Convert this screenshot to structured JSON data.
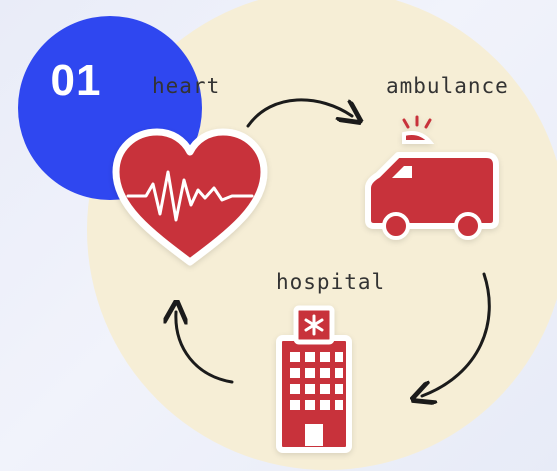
{
  "badge": {
    "number": "01",
    "color": "#2f47f0"
  },
  "diagram": {
    "circle_color": "#f6eed6",
    "icon_color": "#c8323a",
    "labels": {
      "heart": "heart",
      "ambulance": "ambulance",
      "hospital": "hospital"
    },
    "icons": [
      "heart-ecg-icon",
      "ambulance-icon",
      "hospital-icon"
    ]
  }
}
